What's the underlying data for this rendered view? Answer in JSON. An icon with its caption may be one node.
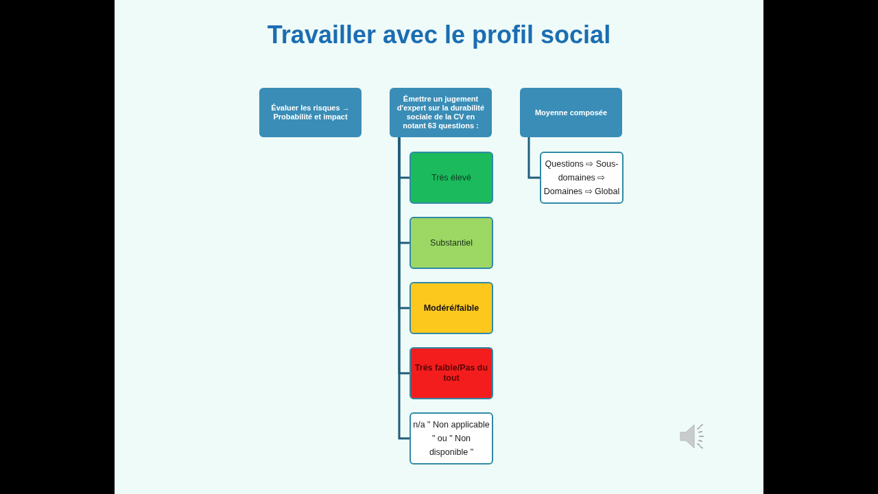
{
  "diagram": {
    "title": "Travailler avec le profil social",
    "nodes": [
      {
        "text": [
          "Évaluer les risques → Probabilité et impact"
        ]
      },
      {
        "text": [
          "Émettre un jugement d'expert sur la durabilité sociale de la CV en notant 63 questions :"
        ]
      },
      {
        "text": [
          "Moyenne composée"
        ]
      },
      {
        "text": [
          "Très élevé"
        ]
      },
      {
        "text": [
          "Substantiel"
        ]
      },
      {
        "text": [
          "Modéré/faible"
        ]
      },
      {
        "text": [
          "Trés faible/Pas du tout"
        ]
      },
      {
        "text": [
          "n/a \" Non applicable \" ou \" Non disponible \""
        ]
      },
      {
        "text": [
          "Questions ⇨ Sous-domaines ⇨ Domaines ⇨ Global"
        ]
      }
    ],
    "edges": [
      {
        "from": 1,
        "to": 3,
        "arrow": "none"
      },
      {
        "from": 1,
        "to": 4,
        "arrow": "none"
      },
      {
        "from": 1,
        "to": 5,
        "arrow": "none"
      },
      {
        "from": 1,
        "to": 6,
        "arrow": "none"
      },
      {
        "from": 1,
        "to": 7,
        "arrow": "none"
      },
      {
        "from": 2,
        "to": 8,
        "arrow": "none"
      }
    ]
  }
}
